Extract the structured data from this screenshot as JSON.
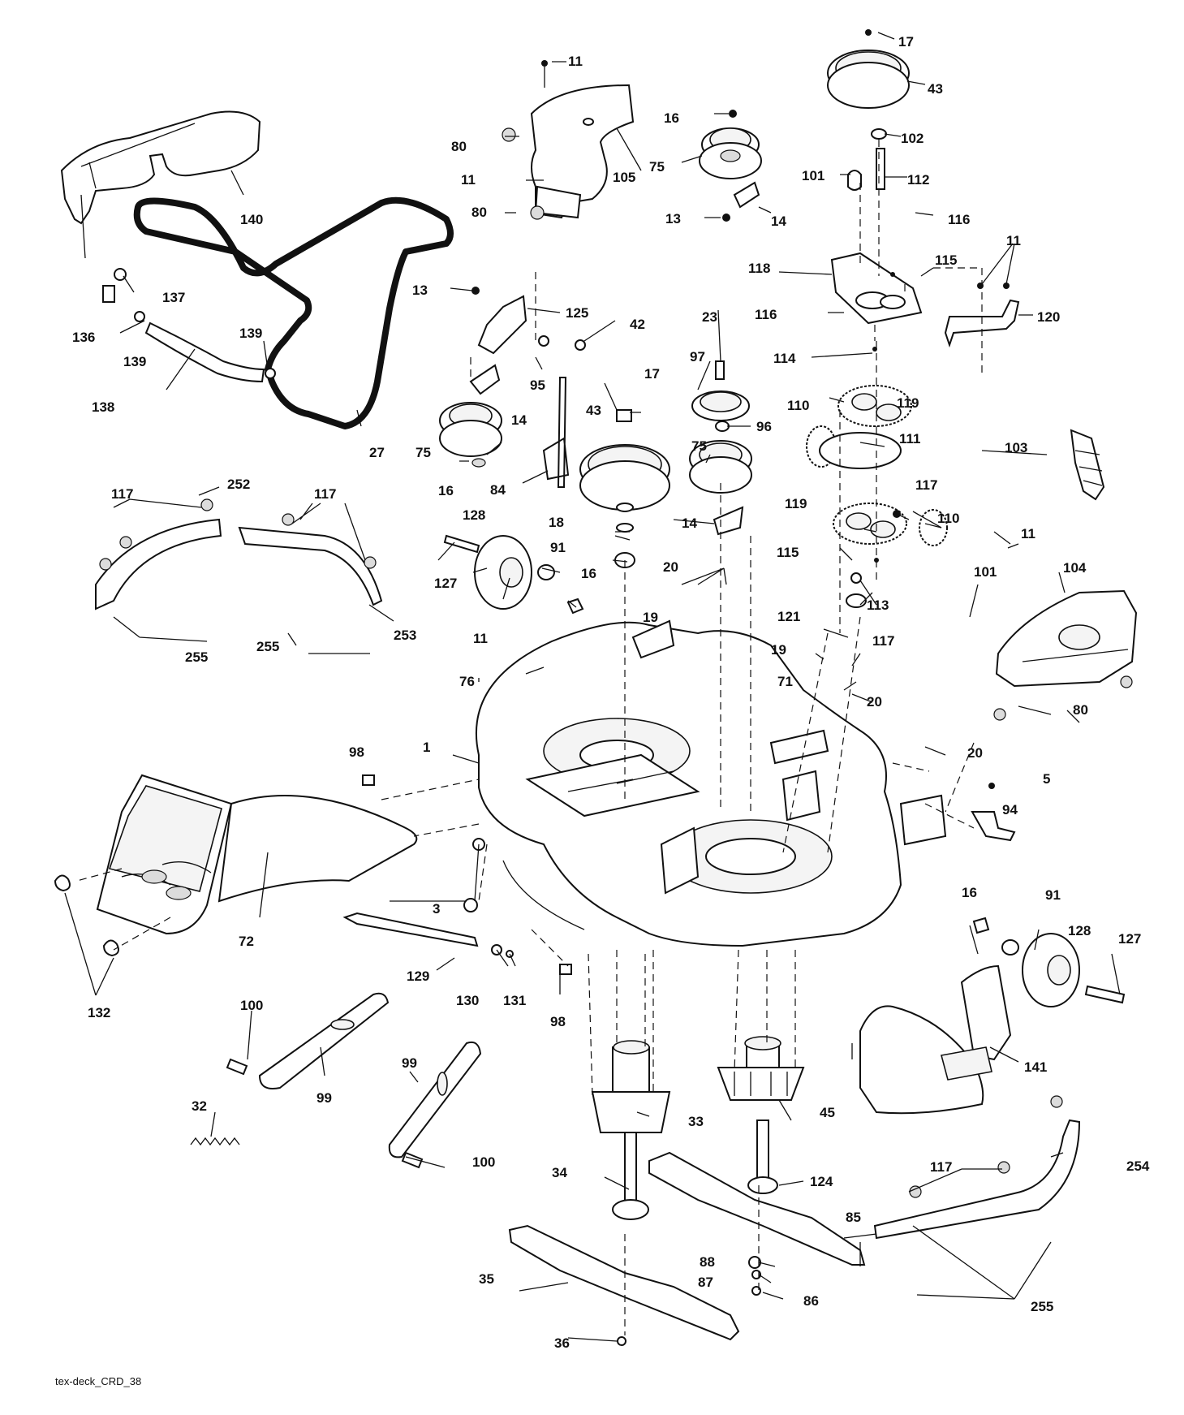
{
  "caption": "tex-deck_CRD_38",
  "callouts": [
    {
      "id": "c1",
      "text": "11"
    },
    {
      "id": "c2",
      "text": "80"
    },
    {
      "id": "c3",
      "text": "105"
    },
    {
      "id": "c4",
      "text": "11"
    },
    {
      "id": "c5",
      "text": "80"
    },
    {
      "id": "c6",
      "text": "16"
    },
    {
      "id": "c7",
      "text": "75"
    },
    {
      "id": "c8",
      "text": "13"
    },
    {
      "id": "c9",
      "text": "14"
    },
    {
      "id": "c10",
      "text": "17"
    },
    {
      "id": "c11",
      "text": "43"
    },
    {
      "id": "c12",
      "text": "102"
    },
    {
      "id": "c13",
      "text": "101"
    },
    {
      "id": "c14",
      "text": "112"
    },
    {
      "id": "c15",
      "text": "116"
    },
    {
      "id": "c16",
      "text": "11"
    },
    {
      "id": "c17",
      "text": "118"
    },
    {
      "id": "c18",
      "text": "115"
    },
    {
      "id": "c19",
      "text": "116"
    },
    {
      "id": "c20",
      "text": "120"
    },
    {
      "id": "c21",
      "text": "140"
    },
    {
      "id": "c22",
      "text": "137"
    },
    {
      "id": "c23",
      "text": "136"
    },
    {
      "id": "c24",
      "text": "139"
    },
    {
      "id": "c25",
      "text": "139"
    },
    {
      "id": "c26",
      "text": "138"
    },
    {
      "id": "c27",
      "text": "27"
    },
    {
      "id": "c28",
      "text": "13"
    },
    {
      "id": "c29",
      "text": "125"
    },
    {
      "id": "c30",
      "text": "42"
    },
    {
      "id": "c31",
      "text": "95"
    },
    {
      "id": "c32",
      "text": "14"
    },
    {
      "id": "c33",
      "text": "75"
    },
    {
      "id": "c34",
      "text": "16"
    },
    {
      "id": "c35",
      "text": "84"
    },
    {
      "id": "c36",
      "text": "17"
    },
    {
      "id": "c37",
      "text": "43"
    },
    {
      "id": "c38",
      "text": "23"
    },
    {
      "id": "c39",
      "text": "97"
    },
    {
      "id": "c40",
      "text": "96"
    },
    {
      "id": "c41",
      "text": "75"
    },
    {
      "id": "c42",
      "text": "14"
    },
    {
      "id": "c43",
      "text": "18"
    },
    {
      "id": "c44",
      "text": "114"
    },
    {
      "id": "c45",
      "text": "119"
    },
    {
      "id": "c46",
      "text": "110"
    },
    {
      "id": "c47",
      "text": "111"
    },
    {
      "id": "c48",
      "text": "103"
    },
    {
      "id": "c49",
      "text": "117"
    },
    {
      "id": "c50",
      "text": "119"
    },
    {
      "id": "c51",
      "text": "110"
    },
    {
      "id": "c52",
      "text": "11"
    },
    {
      "id": "c53",
      "text": "117"
    },
    {
      "id": "c54",
      "text": "252"
    },
    {
      "id": "c55",
      "text": "117"
    },
    {
      "id": "c56",
      "text": "255"
    },
    {
      "id": "c57",
      "text": "255"
    },
    {
      "id": "c58",
      "text": "253"
    },
    {
      "id": "c59",
      "text": "128"
    },
    {
      "id": "c60",
      "text": "127"
    },
    {
      "id": "c61",
      "text": "91"
    },
    {
      "id": "c62",
      "text": "16"
    },
    {
      "id": "c63",
      "text": "19"
    },
    {
      "id": "c64",
      "text": "20"
    },
    {
      "id": "c65",
      "text": "115"
    },
    {
      "id": "c66",
      "text": "101"
    },
    {
      "id": "c67",
      "text": "121"
    },
    {
      "id": "c68",
      "text": "113"
    },
    {
      "id": "c69",
      "text": "104"
    },
    {
      "id": "c70",
      "text": "19"
    },
    {
      "id": "c71",
      "text": "117"
    },
    {
      "id": "c72",
      "text": "11"
    },
    {
      "id": "c73",
      "text": "76"
    },
    {
      "id": "c74",
      "text": "71"
    },
    {
      "id": "c75",
      "text": "20"
    },
    {
      "id": "c76",
      "text": "80"
    },
    {
      "id": "c77",
      "text": "98"
    },
    {
      "id": "c78",
      "text": "1"
    },
    {
      "id": "c79",
      "text": "20"
    },
    {
      "id": "c80",
      "text": "5"
    },
    {
      "id": "c81",
      "text": "94"
    },
    {
      "id": "c82",
      "text": "3"
    },
    {
      "id": "c83",
      "text": "72"
    },
    {
      "id": "c84",
      "text": "16"
    },
    {
      "id": "c85",
      "text": "91"
    },
    {
      "id": "c86",
      "text": "128"
    },
    {
      "id": "c87",
      "text": "127"
    },
    {
      "id": "c88",
      "text": "129"
    },
    {
      "id": "c89",
      "text": "130"
    },
    {
      "id": "c90",
      "text": "131"
    },
    {
      "id": "c91",
      "text": "98"
    },
    {
      "id": "c92",
      "text": "132"
    },
    {
      "id": "c93",
      "text": "100"
    },
    {
      "id": "c94",
      "text": "99"
    },
    {
      "id": "c95",
      "text": "99"
    },
    {
      "id": "c96",
      "text": "141"
    },
    {
      "id": "c97",
      "text": "32"
    },
    {
      "id": "c98",
      "text": "33"
    },
    {
      "id": "c99",
      "text": "45"
    },
    {
      "id": "c100",
      "text": "100"
    },
    {
      "id": "c101",
      "text": "34"
    },
    {
      "id": "c102",
      "text": "124"
    },
    {
      "id": "c103",
      "text": "117"
    },
    {
      "id": "c104",
      "text": "254"
    },
    {
      "id": "c105",
      "text": "85"
    },
    {
      "id": "c106",
      "text": "88"
    },
    {
      "id": "c107",
      "text": "35"
    },
    {
      "id": "c108",
      "text": "87"
    },
    {
      "id": "c109",
      "text": "86"
    },
    {
      "id": "c110",
      "text": "255"
    },
    {
      "id": "c111",
      "text": "36"
    }
  ]
}
